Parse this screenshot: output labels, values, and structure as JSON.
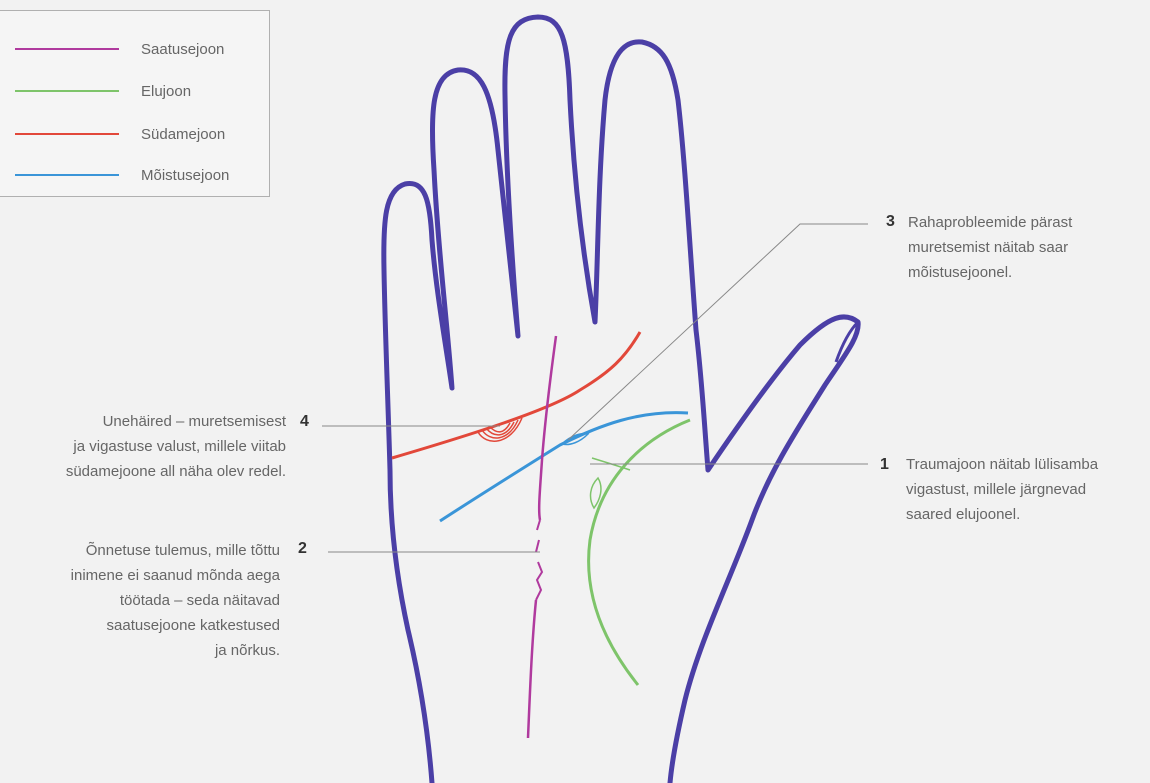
{
  "legend": {
    "items": [
      {
        "label": "Saatusejoon",
        "color": "#b03a9e"
      },
      {
        "label": "Elujoon",
        "color": "#7ec46a"
      },
      {
        "label": "Südamejoon",
        "color": "#e2483a"
      },
      {
        "label": "Mõistusejoon",
        "color": "#3a95d8"
      }
    ]
  },
  "colors": {
    "hand_outline": "#4b3fa6",
    "callout_line": "#888888"
  },
  "annotations": {
    "n1": {
      "number": "1",
      "lines": [
        "Traumajoon näitab lülisamba",
        "vigastust, millele järgnevad",
        "saared elujoonel."
      ]
    },
    "n2": {
      "number": "2",
      "lines": [
        "Õnnetuse tulemus, mille tõttu",
        "inimene ei saanud mõnda aega",
        "töötada – seda näitavad",
        "saatusejoone katkestused",
        "ja nõrkus."
      ]
    },
    "n3": {
      "number": "3",
      "lines": [
        "Rahaprobleemide pärast",
        "muretsemist näitab saar",
        "mõistusejoonel."
      ]
    },
    "n4": {
      "number": "4",
      "lines": [
        "Unehäired – muretsemisest",
        "ja vigastuse valust, millele viitab",
        "südamejoone all näha olev redel."
      ]
    }
  }
}
